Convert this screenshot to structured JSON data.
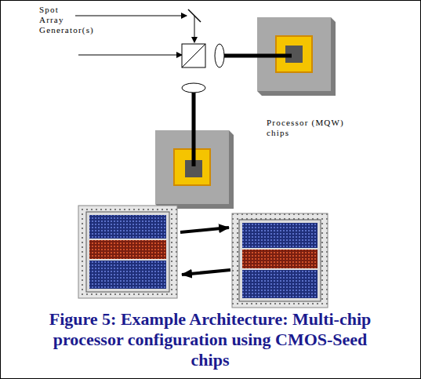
{
  "diagram": {
    "caption": "Figure 5: Example Architecture: Multi-chip processor configuration using CMOS-Seed chips",
    "labels": [
      "Spot Array Generator(s)",
      "Processor (MQW) chips"
    ]
  }
}
